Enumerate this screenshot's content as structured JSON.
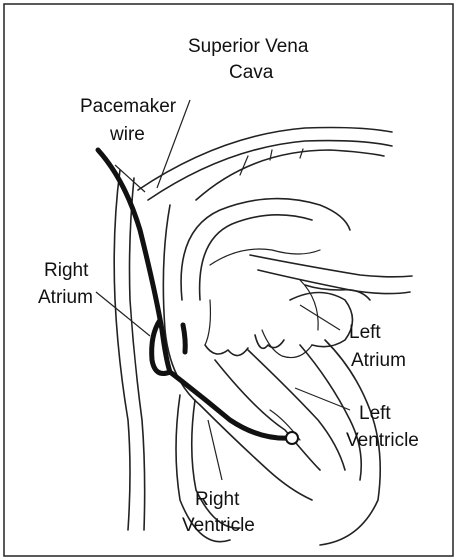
{
  "labels": {
    "svc_line1": "Superior Vena",
    "svc_line2": "Cava",
    "pacemaker_line1": "Pacemaker",
    "pacemaker_line2": "wire",
    "ra_line1": "Right",
    "ra_line2": "Atrium",
    "la_line1": "Left",
    "la_line2": "Atrium",
    "lv_line1": "Left",
    "lv_line2": "Ventricle",
    "rv_line1": "Right",
    "rv_line2": "Ventricle"
  }
}
